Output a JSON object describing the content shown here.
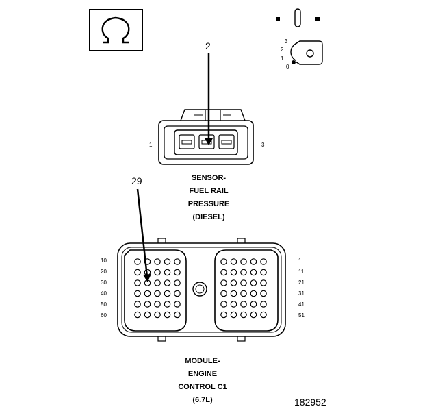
{
  "ohm_symbol": "Ω",
  "ignition": {
    "positions": [
      "3",
      "2",
      "1",
      "0"
    ]
  },
  "sensor": {
    "callout": "2",
    "pin_left": "1",
    "pin_right": "3",
    "caption": [
      "SENSOR-",
      "FUEL RAIL",
      "PRESSURE",
      "(DIESEL)"
    ]
  },
  "ecm": {
    "callout": "29",
    "left_labels": [
      "10",
      "20",
      "30",
      "40",
      "50",
      "60"
    ],
    "right_labels": [
      "1",
      "11",
      "21",
      "31",
      "41",
      "51"
    ],
    "caption": [
      "MODULE-",
      "ENGINE",
      "CONTROL C1",
      "(6.7L)"
    ]
  },
  "figure_number": "182952"
}
